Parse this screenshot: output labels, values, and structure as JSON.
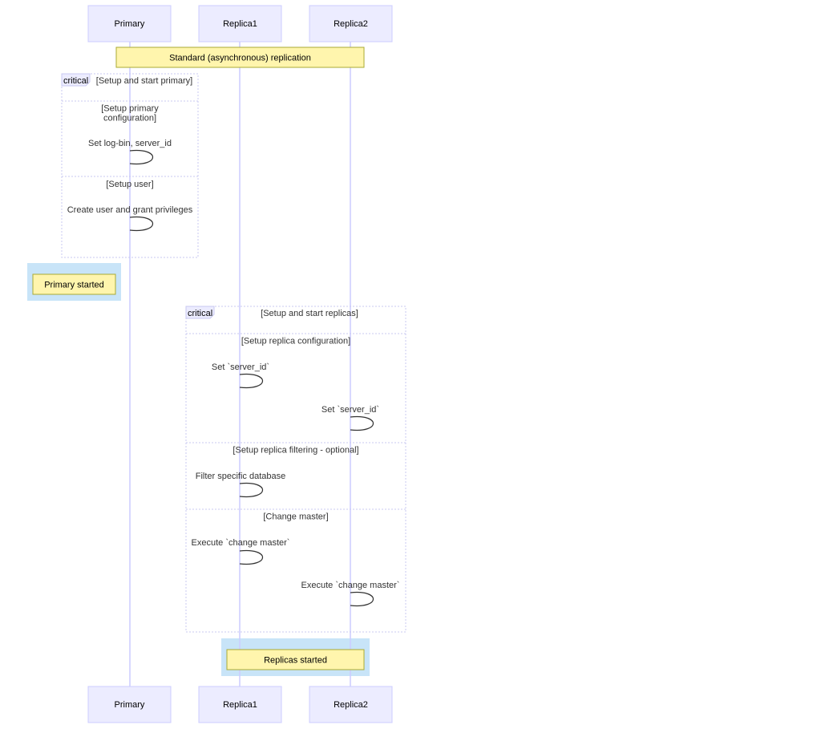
{
  "actors": [
    {
      "id": "primary",
      "label": "Primary"
    },
    {
      "id": "replica1",
      "label": "Replica1"
    },
    {
      "id": "replica2",
      "label": "Replica2"
    }
  ],
  "notes": {
    "standard": "Standard (asynchronous) replication",
    "primary_started": "Primary started",
    "replicas_started": "Replicas started"
  },
  "critical1": {
    "tag": "critical",
    "title": "[Setup and start primary]",
    "section1_line1": "[Setup primary",
    "section1_line2": "configuration]",
    "section2": "[Setup user]",
    "messages": [
      "Set log-bin, server_id",
      "Create user and grant privileges"
    ]
  },
  "critical2": {
    "tag": "critical",
    "title": "[Setup and start replicas]",
    "section1": "[Setup replica configuration]",
    "section2": "[Setup replica filtering - optional]",
    "section3": "[Change master]",
    "messages": [
      "Set `server_id`",
      "Set `server_id`",
      "Filter specific database",
      "Execute `change master`",
      "Execute `change master`"
    ]
  },
  "colors": {
    "actor_fill": "#ECECFF",
    "actor_stroke": "#CCCCFF",
    "lifeline": "#CCCCFF",
    "note_fill": "#FFF5AD",
    "note_stroke": "#AAAA33",
    "rect_fill": "#C8E4F8",
    "frame_stroke": "#C8C8F0",
    "message": "#333333"
  }
}
